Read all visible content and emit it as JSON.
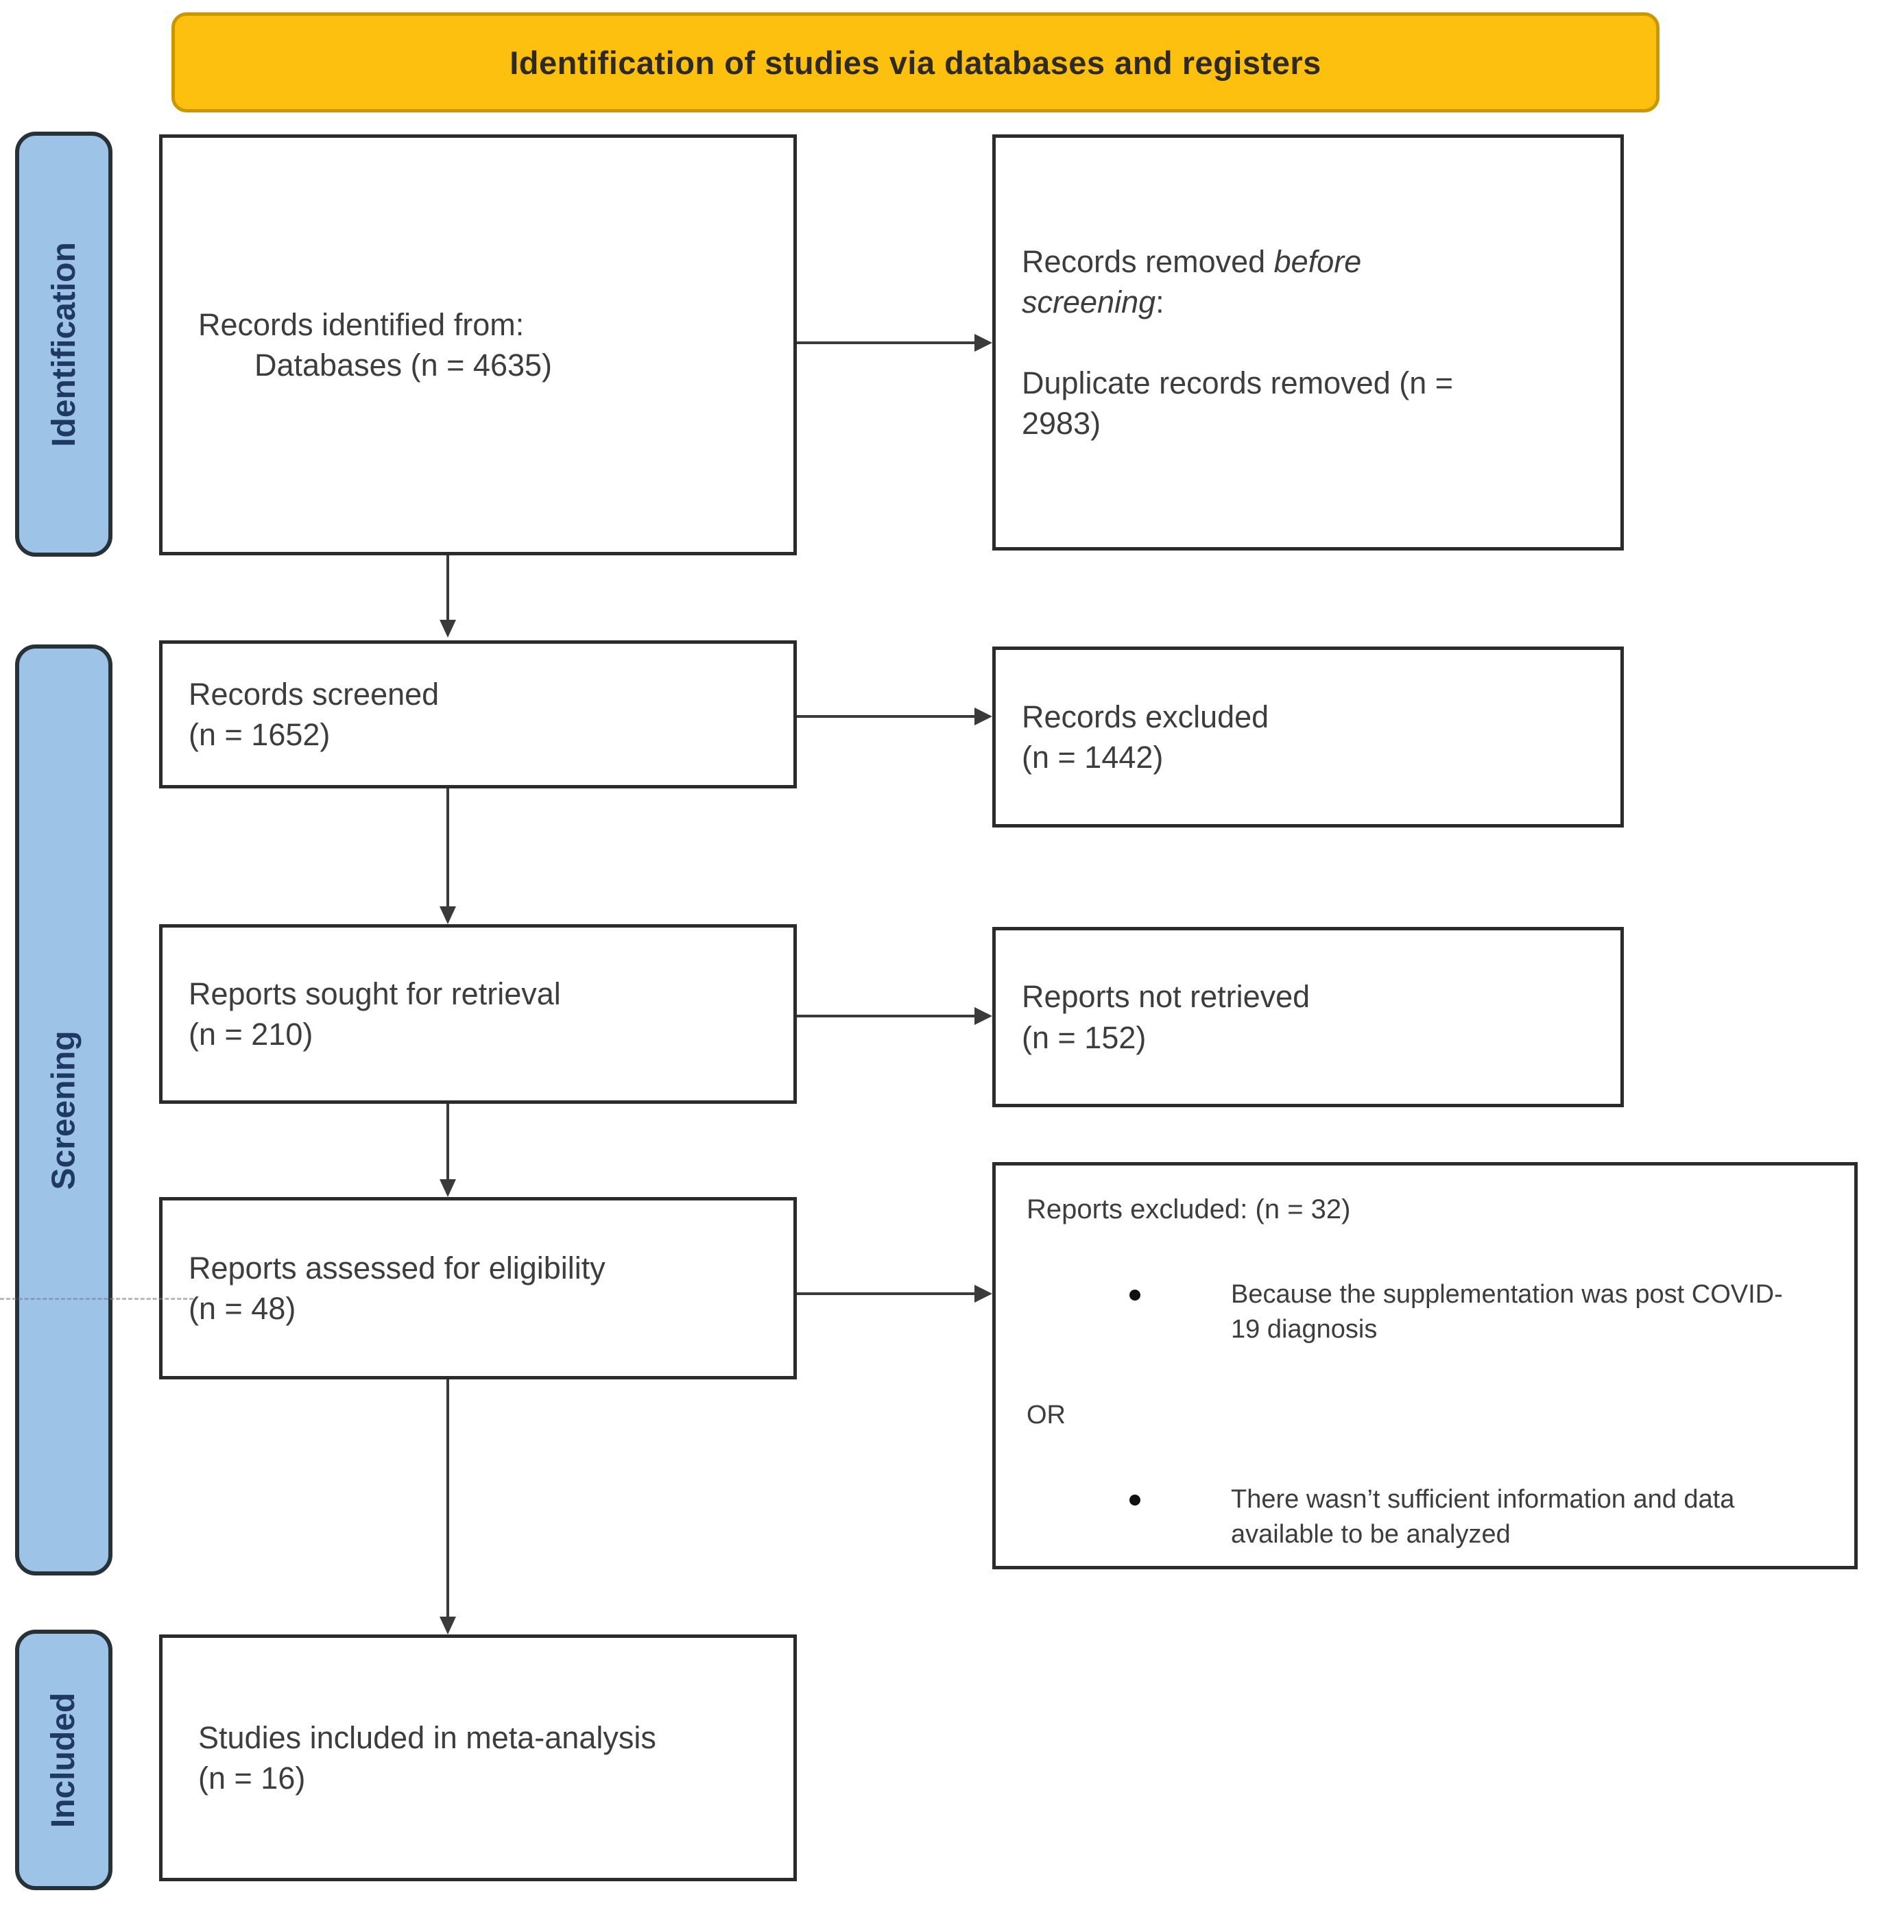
{
  "header": {
    "title": "Identification of studies via databases and registers"
  },
  "sidebar": {
    "identification": "Identification",
    "screening": "Screening",
    "included": "Included"
  },
  "boxes": {
    "records_identified": {
      "line1": "Records identified from:",
      "line2": "Databases (n = 4635)"
    },
    "records_removed": {
      "line1_regular": "Records removed ",
      "line1_italic": "before screening",
      "line1_suffix": ":",
      "line2": "Duplicate records removed (n = 2983)"
    },
    "records_screened": {
      "line1": "Records screened",
      "line2": "(n = 1652)"
    },
    "records_excluded": {
      "line1": "Records excluded",
      "line2": "(n = 1442)"
    },
    "reports_sought": {
      "line1": "Reports sought for retrieval",
      "line2": "(n = 210)"
    },
    "reports_not_retrieved": {
      "line1": "Reports not retrieved",
      "line2": "(n = 152)"
    },
    "reports_assessed": {
      "line1": "Reports assessed for eligibility",
      "line2": "(n = 48)"
    },
    "reports_excluded": {
      "title": "Reports excluded: (n = 32)",
      "bullet1": "Because the supplementation was post COVID-19 diagnosis",
      "or_label": "OR",
      "bullet2": "There wasn’t sufficient information and data available to be analyzed"
    },
    "studies_included": {
      "line1": "Studies included in meta-analysis",
      "line2": "(n = 16)"
    }
  },
  "colors": {
    "header_fill": "#FEC00F",
    "header_border": "#C99700",
    "header_text": "#2E2A20",
    "stage_fill": "#9DC3E6",
    "stage_border": "#263238",
    "stage_text": "#1F3864",
    "box_border": "#2B2B2B",
    "arrow": "#3A3A3A",
    "text": "#3D3D3D"
  }
}
